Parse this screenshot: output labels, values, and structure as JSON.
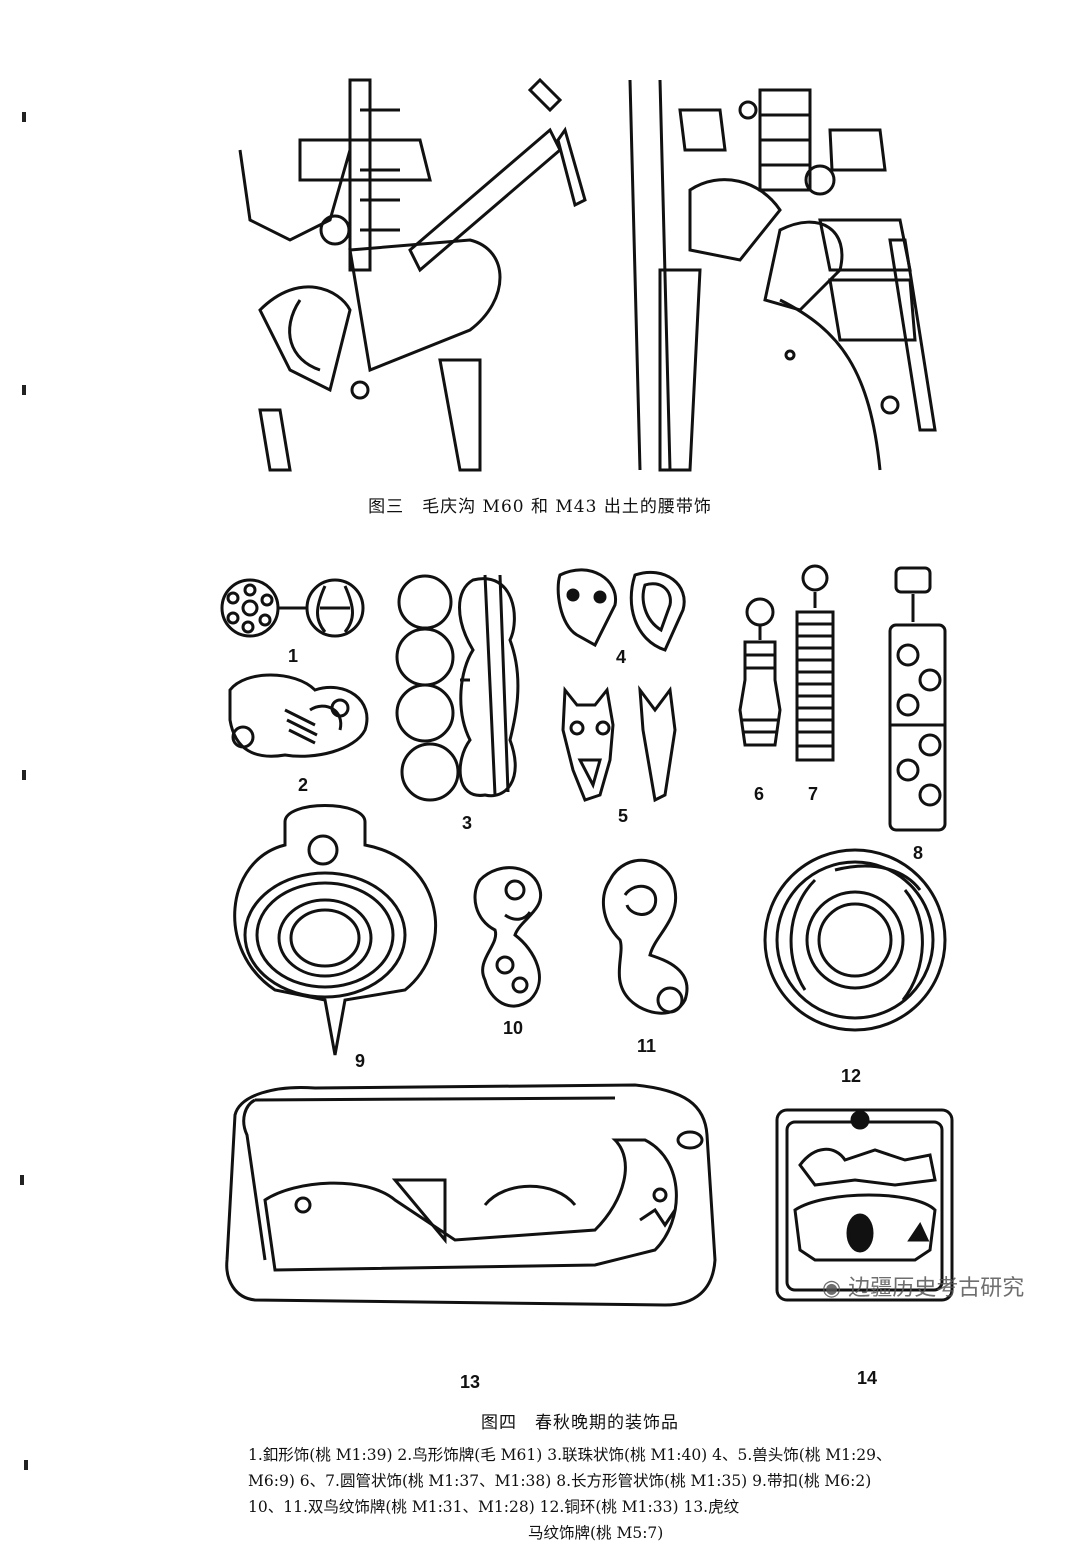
{
  "figure3": {
    "caption": "图三　毛庆沟 M60 和 M43 出土的腰带饰"
  },
  "figure4": {
    "caption": "图四　春秋晚期的装饰品",
    "numbers": [
      "1",
      "2",
      "3",
      "4",
      "5",
      "6",
      "7",
      "8",
      "9",
      "10",
      "11",
      "12",
      "13",
      "14"
    ],
    "legend": [
      "1.釦形饰(桃 M1:39)  2.鸟形饰牌(毛 M61)  3.联珠状饰(桃 M1:40)  4、5.兽头饰(桃 M1:29、",
      "M6:9)  6、7.圆管状饰(桃 M1:37、M1:38)  8.长方形管状饰(桃 M1:35)  9.带扣(桃 M6:2)",
      "10、11.双鸟纹饰牌(桃 M1:31、M1:28)  12.铜环(桃 M1:33)  13.虎纹",
      "马纹饰牌(桃 M5:7)"
    ]
  },
  "watermark": {
    "text": "边疆历史考古研究",
    "icon": "wechat-icon"
  }
}
